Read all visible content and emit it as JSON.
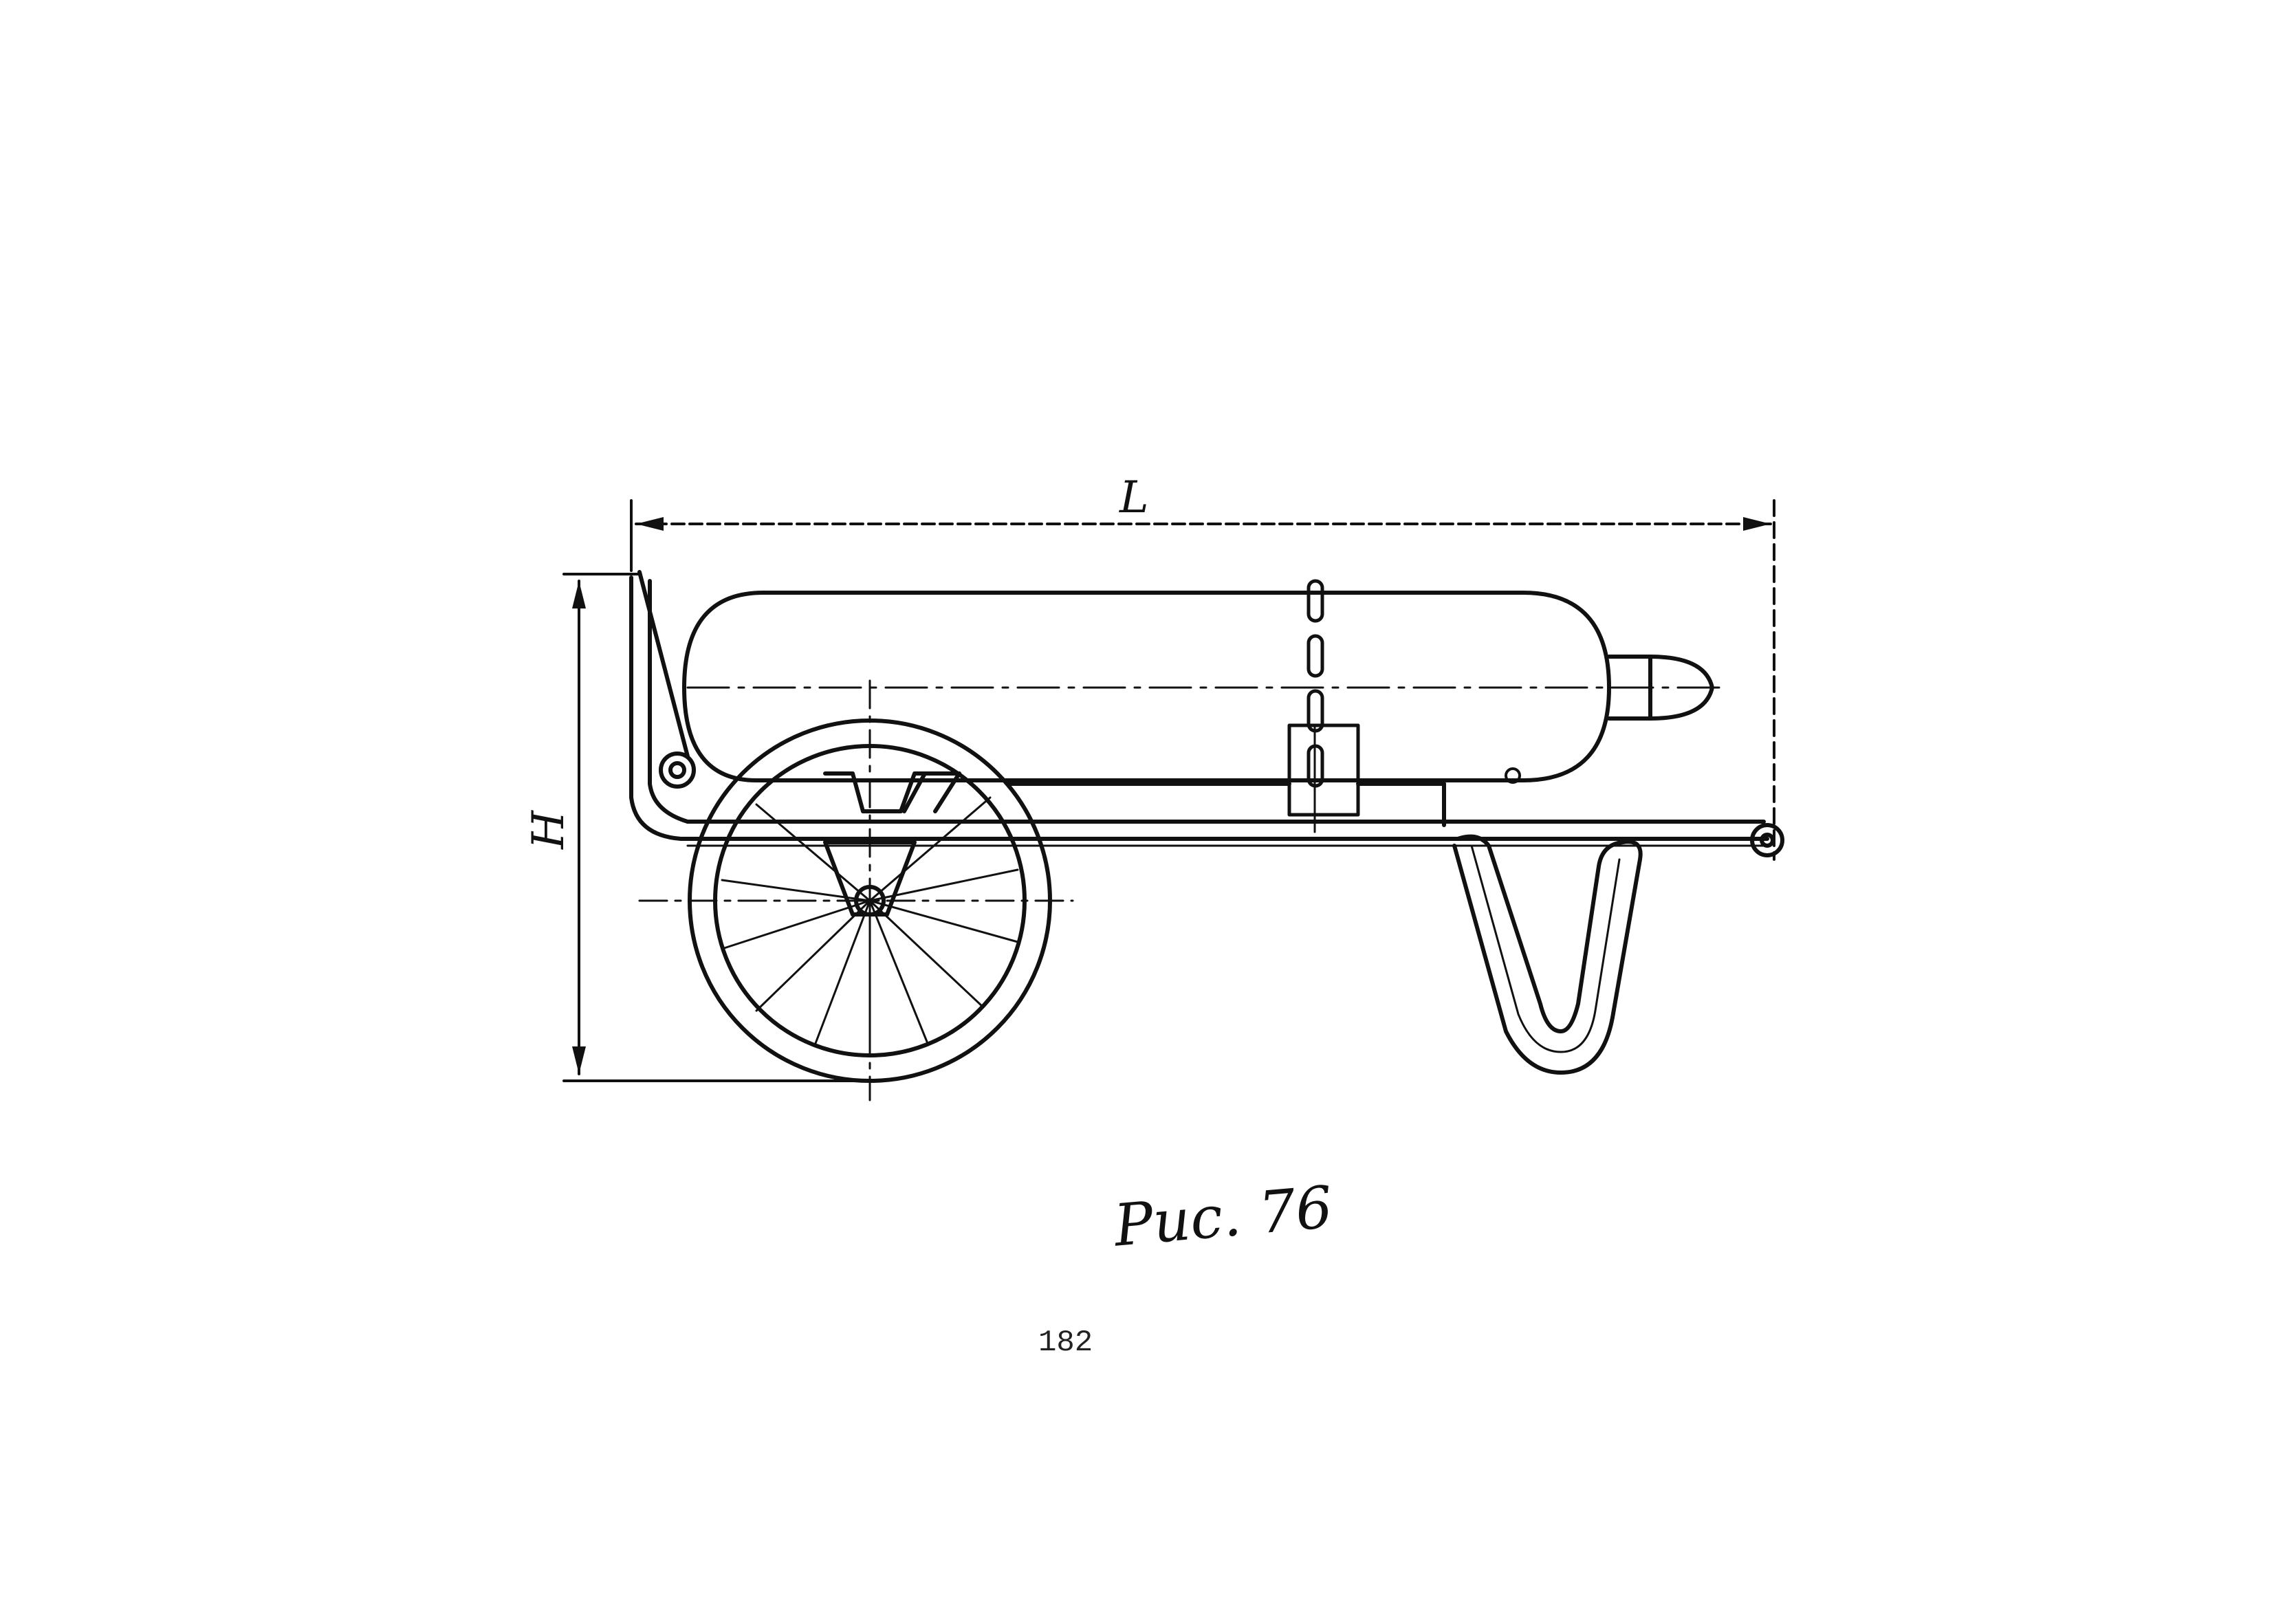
{
  "figure": {
    "dimension_length_label": "L",
    "dimension_height_label": "H",
    "caption": "Рис. 76",
    "page_number": "182"
  },
  "colors": {
    "ink": "#111111",
    "paper": "#ffffff"
  }
}
